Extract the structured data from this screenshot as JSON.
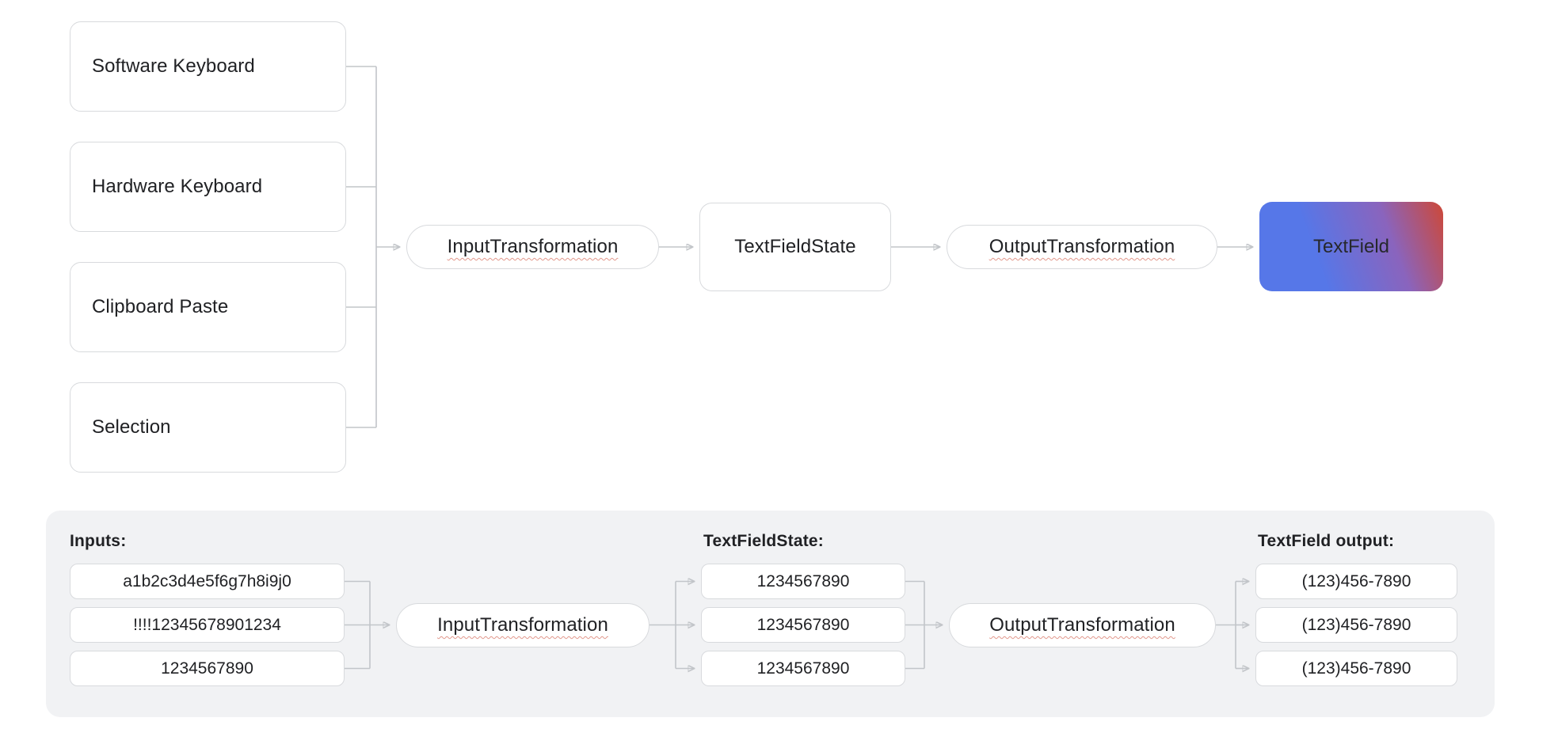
{
  "colors": {
    "panel_bg": "#f1f2f4",
    "border": "#d8dadd",
    "connector": "#c2c5c9",
    "arrow": "#aeb1b5",
    "text": "#202124",
    "wavy_underline": "#e2988c",
    "gradient_blue": "#5677e8",
    "gradient_purple": "#8a64bd",
    "gradient_red": "#c94a40"
  },
  "top_flow": {
    "sources": [
      "Software Keyboard",
      "Hardware Keyboard",
      "Clipboard Paste",
      "Selection"
    ],
    "input_transformation": "InputTransformation",
    "text_field_state": "TextFieldState",
    "output_transformation": "OutputTransformation",
    "text_field": "TextField"
  },
  "example_panel": {
    "inputs_label": "Inputs:",
    "inputs": [
      "a1b2c3d4e5f6g7h8i9j0",
      "!!!!12345678901234",
      "1234567890"
    ],
    "input_transformation": "InputTransformation",
    "state_label": "TextFieldState:",
    "state_values": [
      "1234567890",
      "1234567890",
      "1234567890"
    ],
    "output_transformation": "OutputTransformation",
    "output_label": "TextField output:",
    "output_values": [
      "(123)456-7890",
      "(123)456-7890",
      "(123)456-7890"
    ]
  }
}
